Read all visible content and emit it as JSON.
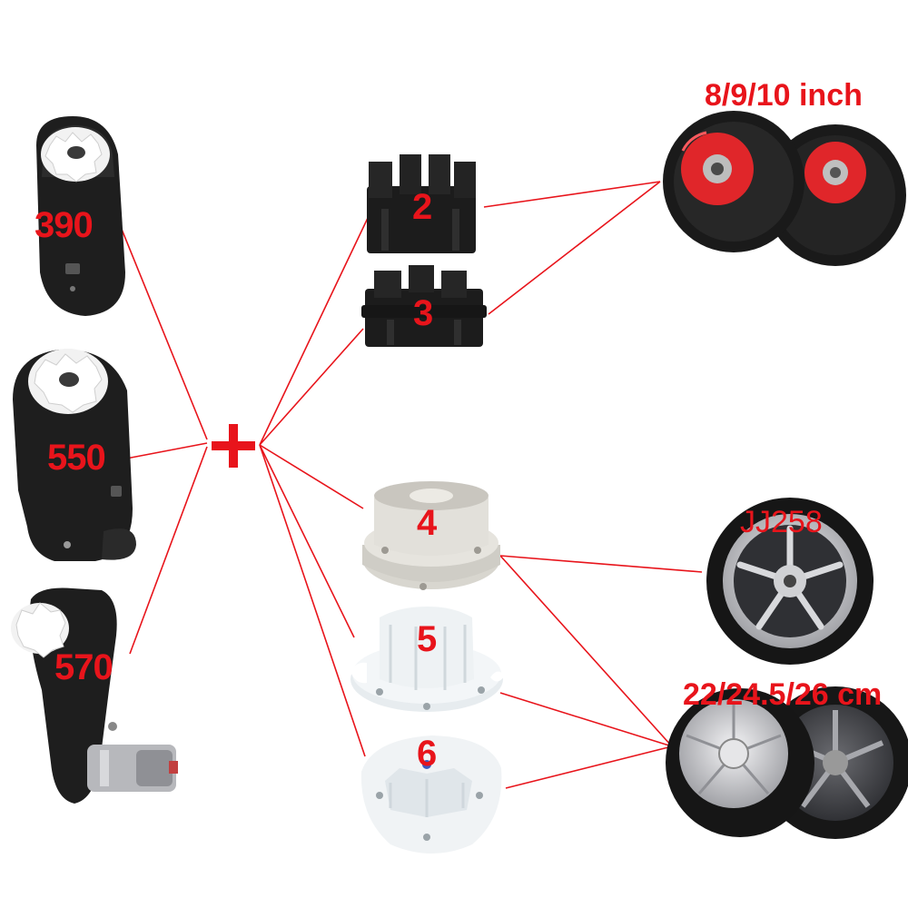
{
  "motors": [
    {
      "label": "390"
    },
    {
      "label": "550"
    },
    {
      "label": "570"
    }
  ],
  "connector": {
    "symbol": "+"
  },
  "adapters": [
    {
      "label": "2"
    },
    {
      "label": "3"
    },
    {
      "label": "4"
    },
    {
      "label": "5"
    },
    {
      "label": "6"
    }
  ],
  "wheels": [
    {
      "label": "8/9/10 inch"
    },
    {
      "label": "JJ258"
    },
    {
      "label": "22/24.5/26 cm"
    }
  ],
  "colors": {
    "line": "#e8141b",
    "label": "#e8141b",
    "gearbox_black": "#1e1e1e",
    "gear_white": "#f2f2f2",
    "adapter_black": "#1c1c1c",
    "adapter_beige": "#e2e0da",
    "adapter_white": "#f1f4f6",
    "tire": "#1a1a1a",
    "rim_red": "#e0262a",
    "rim_silver": "#c9c9cc"
  }
}
